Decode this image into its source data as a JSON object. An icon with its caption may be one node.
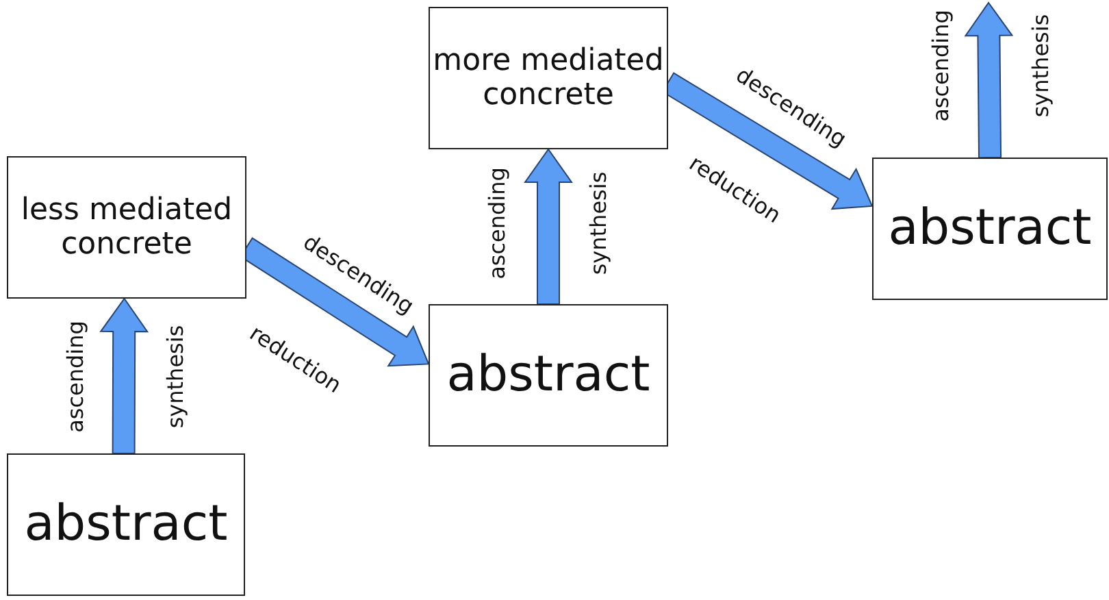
{
  "diagram": {
    "nodes": [
      {
        "text": [
          "abstract"
        ]
      },
      {
        "text": [
          "less mediated concrete"
        ]
      },
      {
        "text": [
          "abstract"
        ]
      },
      {
        "text": [
          "more mediated concrete"
        ]
      },
      {
        "text": [
          "abstract"
        ]
      }
    ],
    "edges": [
      {
        "from": 0,
        "to": 1,
        "arrow": "to"
      },
      {
        "from": 1,
        "to": 2,
        "arrow": "to"
      },
      {
        "from": 2,
        "to": 3,
        "arrow": "to"
      },
      {
        "from": 3,
        "to": 4,
        "arrow": "to"
      },
      {
        "from": 4,
        "to": null,
        "arrow": "to"
      }
    ],
    "labels": [
      "ascending",
      "synthesis",
      "descending",
      "reduction",
      "ascending",
      "synthesis",
      "descending",
      "reduction",
      "ascending",
      "synthesis"
    ]
  }
}
